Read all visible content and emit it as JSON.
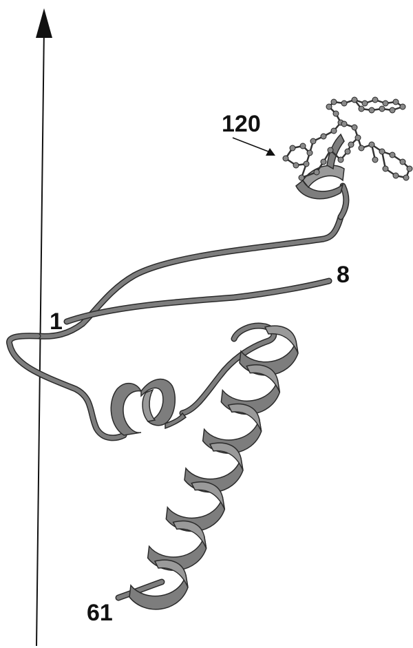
{
  "labels": {
    "residue_120": "120",
    "residue_8": "8",
    "residue_1": "1",
    "residue_61": "61"
  },
  "colors": {
    "ribbon_fill": "#7d7d7d",
    "ribbon_stroke": "#2a2a2a",
    "axis": "#111111",
    "ligand_atom": "#8a8a8a",
    "background": "#ffffff"
  }
}
